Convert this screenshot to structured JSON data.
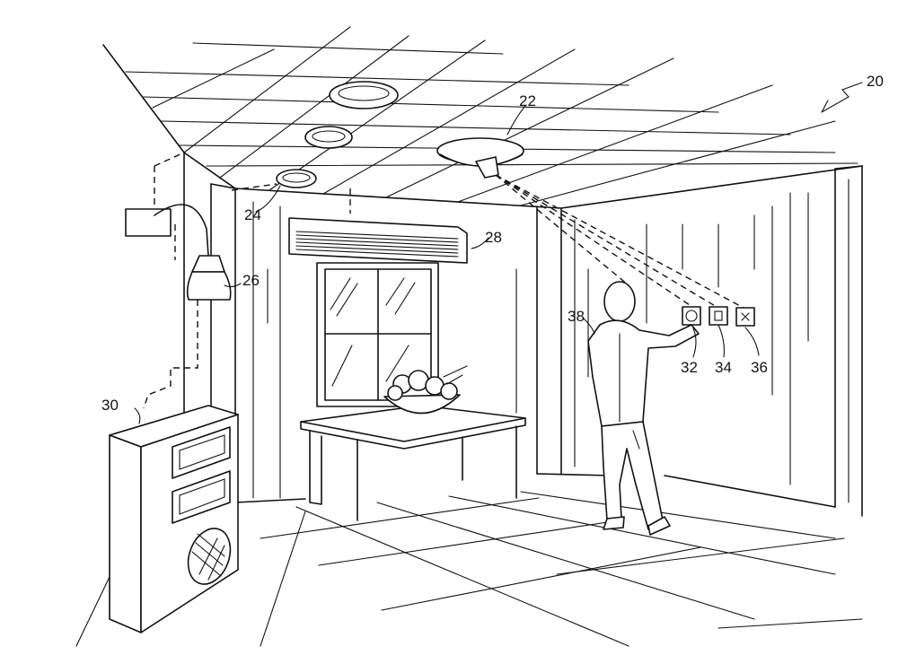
{
  "figure": {
    "labels": {
      "room_system": "20",
      "sensor_hub": "22",
      "ceiling_light": "24",
      "lamp": "26",
      "air_conditioner": "28",
      "speaker_cabinet": "30",
      "switch_1": "32",
      "switch_2": "34",
      "switch_3": "36",
      "user": "38"
    }
  }
}
